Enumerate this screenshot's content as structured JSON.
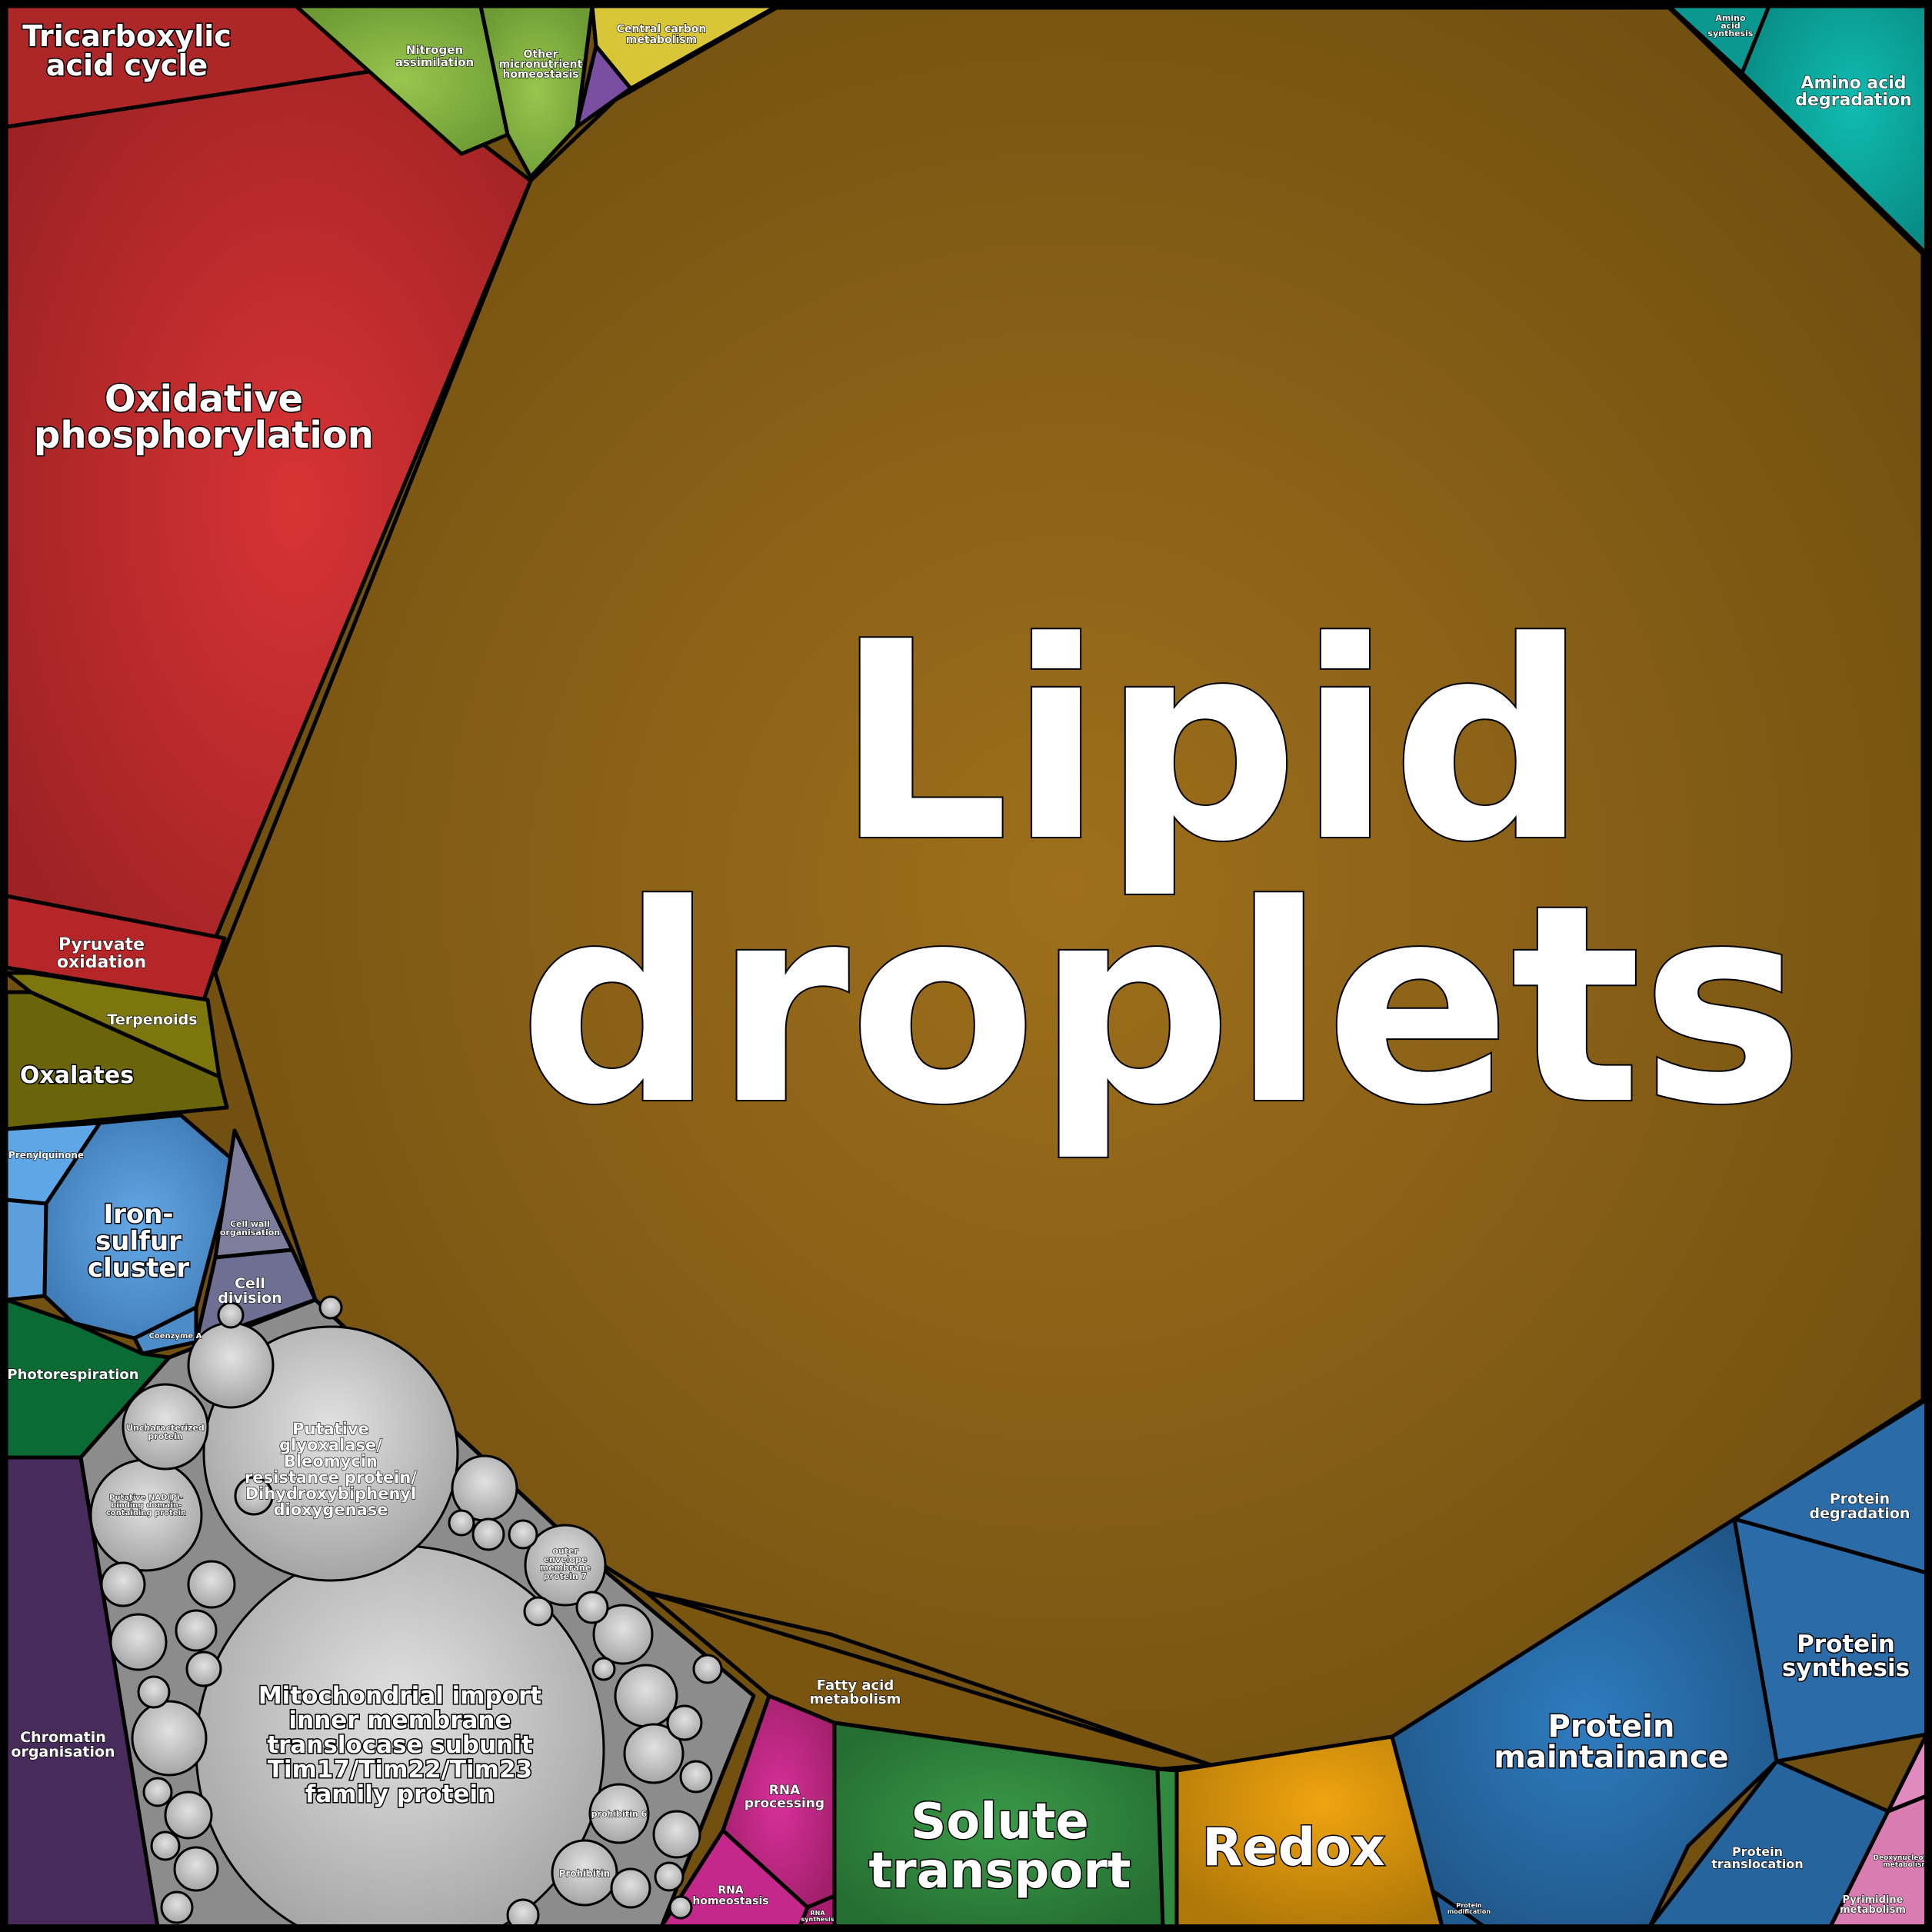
{
  "diagram": {
    "type": "voronoi-treemap",
    "colors": {
      "lipid": "#8a5e15",
      "tca": "#b32a2c",
      "oxphos": "#c02d30",
      "pyruvate": "#a82426",
      "nitrogen": "#7fae3e",
      "carbon": "#d7c43a",
      "aminoacid": "#0aa39b",
      "oxalates": "#6e6a0a",
      "iron": "#4a8fd0",
      "cellwall": "#7c7c9e",
      "photoresp": "#0d6e37",
      "chromatin": "#4a2f5c",
      "proteins": "#bdbdbd",
      "rna": "#c0287f",
      "solute": "#2e8a3e",
      "redox": "#d89410",
      "protein_blue": "#2667a0",
      "pyrimidine": "#d673ad"
    },
    "labels": {
      "lipid": "Lipid droplets",
      "tca": "Tricarboxylic acid cycle",
      "oxphos": "Oxidative phosphorylation",
      "pyruvate": "Pyruvate oxidation",
      "nitrogen": "Nitrogen assimilation",
      "micronutrient": "Other micronutrient homeostasis",
      "carbon": "Central carbon metabolism",
      "aa_synthesis": "Amino acid synthesis",
      "aa_degradation": "Amino acid degradation",
      "terpenoids": "Terpenoids",
      "oxalates": "Oxalates",
      "prenylquinone": "Prenylquinone",
      "iron": "Iron-sulfur cluster",
      "cellwall": "Cell wall organisation",
      "celldivision": "Cell division",
      "coenzyme": "Coenzyme A",
      "photoresp": "Photorespiration",
      "chromatin": "Chromatin organisation",
      "glyoxalase": "Putative glyoxalase/ Bleomycin resistance protein/ Dihydroxybiphenyl dioxygenase",
      "tim": "Mitochondrial import inner membrane translocase subunit Tim17/Tim22/Tim23 family protein",
      "uncharacterized": "Uncharacterized protein",
      "nadp": "Putative NAD(P)-binding domain-containing protein",
      "outer_envelope": "outer envelope membrane protein 7",
      "prohibitin": "Prohibitin",
      "prohibitin6": "prohibitin 6",
      "fatty_acid": "Fatty acid metabolism",
      "rna_processing": "RNA processing",
      "rna_homeostasis": "RNA homeostasis",
      "rna_synthesis": "RNA synthesis",
      "solute": "Solute transport",
      "redox": "Redox",
      "protein_degradation": "Protein degradation",
      "protein_synthesis": "Protein synthesis",
      "protein_maintainance": "Protein maintainance",
      "protein_translocation": "Protein translocation",
      "protein_modification": "Protein modification",
      "pyrimidine": "Pyrimidine metabolism",
      "deoxynucleotide": "Deoxynucleotide metabolism"
    }
  }
}
